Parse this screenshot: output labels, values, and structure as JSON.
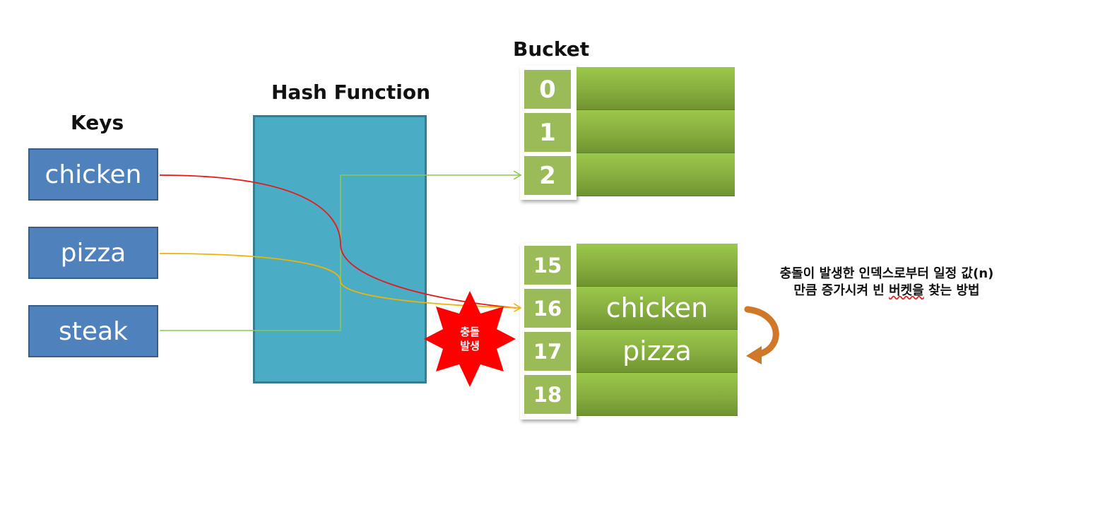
{
  "labels": {
    "keys_title": "Keys",
    "hash_title": "Hash Function",
    "bucket_title": "Bucket"
  },
  "keys": [
    "chicken",
    "pizza",
    "steak"
  ],
  "bucket_top": [
    {
      "index": "0",
      "value": ""
    },
    {
      "index": "1",
      "value": ""
    },
    {
      "index": "2",
      "value": ""
    }
  ],
  "bucket_bottom": [
    {
      "index": "15",
      "value": ""
    },
    {
      "index": "16",
      "value": "chicken"
    },
    {
      "index": "17",
      "value": "pizza"
    },
    {
      "index": "18",
      "value": ""
    }
  ],
  "collision_label": [
    "충돌",
    "발생"
  ],
  "note": {
    "line1": "충돌이 발생한 인덱스로부터 일정 값(n)",
    "line2_a": "만큼 증가시켜 빈 ",
    "line2_b": "버켓을",
    "line2_c": " 찾는 방법"
  },
  "colors": {
    "key_fill": "#4f81bd",
    "hash_fill": "#4bacc6",
    "bucket_fill": "#9bbb59",
    "chicken_line": "#e81818",
    "pizza_line": "#f0b400",
    "steak_line": "#8cc850",
    "collision_burst": "#ff0000",
    "probe_arrow": "#d0782a"
  }
}
